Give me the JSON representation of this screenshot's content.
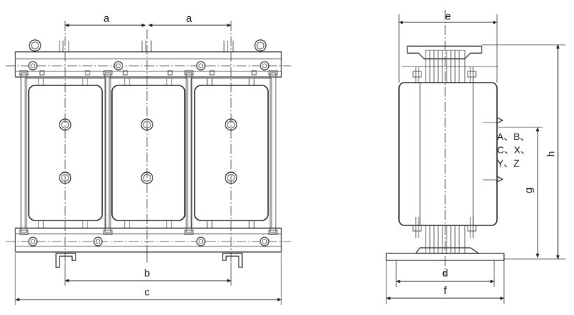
{
  "labels": {
    "front": {
      "pitch_left": "a",
      "pitch_right": "a",
      "base_width": "b",
      "overall_width": "c"
    },
    "side": {
      "top_width": "e",
      "base_width": "d",
      "overall_width": "f",
      "overall_height": "h",
      "terminal_height": "g"
    },
    "terminals": [
      "A、B、",
      "C、X、",
      "Y、Z"
    ]
  }
}
